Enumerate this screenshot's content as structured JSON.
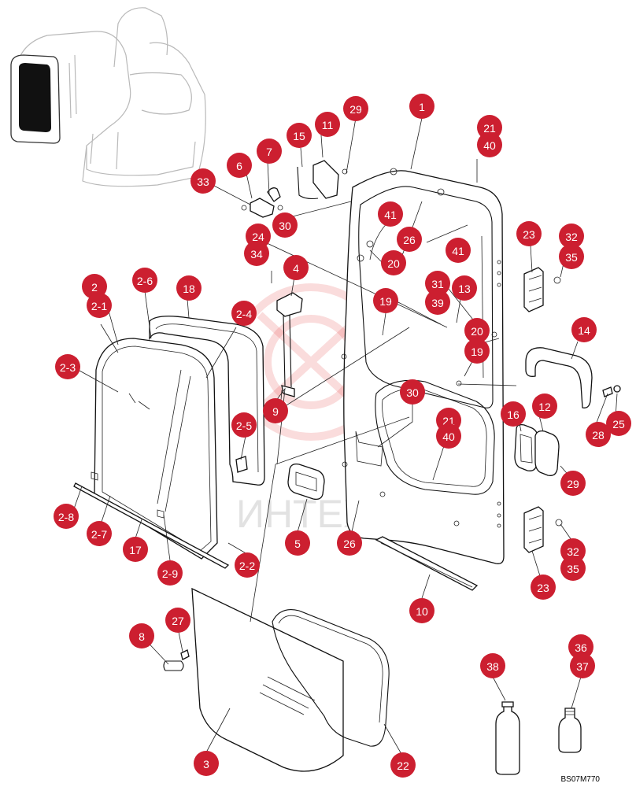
{
  "diagram": {
    "drawing_code": "BS07M770",
    "watermark_text": "ИНТЕХ",
    "theme": {
      "callout_color": "#cc1f30",
      "callout_text_color": "#ffffff",
      "line_color": "#111111"
    },
    "callouts": [
      {
        "id": "c1",
        "label": "1"
      },
      {
        "id": "c21",
        "label": "21"
      },
      {
        "id": "c40a",
        "label": "40"
      },
      {
        "id": "c29a",
        "label": "29"
      },
      {
        "id": "c11",
        "label": "11"
      },
      {
        "id": "c15",
        "label": "15"
      },
      {
        "id": "c7",
        "label": "7"
      },
      {
        "id": "c6",
        "label": "6"
      },
      {
        "id": "c33",
        "label": "33"
      },
      {
        "id": "c30a",
        "label": "30"
      },
      {
        "id": "c24",
        "label": "24"
      },
      {
        "id": "c34",
        "label": "34"
      },
      {
        "id": "c41a",
        "label": "41"
      },
      {
        "id": "c26a",
        "label": "26"
      },
      {
        "id": "c41b",
        "label": "41"
      },
      {
        "id": "c20a",
        "label": "20"
      },
      {
        "id": "c23a",
        "label": "23"
      },
      {
        "id": "c32a",
        "label": "32"
      },
      {
        "id": "c35a",
        "label": "35"
      },
      {
        "id": "c4",
        "label": "4"
      },
      {
        "id": "c31",
        "label": "31"
      },
      {
        "id": "c39",
        "label": "39"
      },
      {
        "id": "c13",
        "label": "13"
      },
      {
        "id": "c19a",
        "label": "19"
      },
      {
        "id": "c20b",
        "label": "20"
      },
      {
        "id": "c19b",
        "label": "19"
      },
      {
        "id": "c14",
        "label": "14"
      },
      {
        "id": "c2",
        "label": "2"
      },
      {
        "id": "c2_1",
        "label": "2-1"
      },
      {
        "id": "c2_6",
        "label": "2-6"
      },
      {
        "id": "c18",
        "label": "18"
      },
      {
        "id": "c2_4",
        "label": "2-4"
      },
      {
        "id": "c2_3",
        "label": "2-3"
      },
      {
        "id": "c9",
        "label": "9"
      },
      {
        "id": "c30b",
        "label": "30"
      },
      {
        "id": "c21b",
        "label": "21"
      },
      {
        "id": "c40b",
        "label": "40"
      },
      {
        "id": "c16",
        "label": "16"
      },
      {
        "id": "c12",
        "label": "12"
      },
      {
        "id": "c28",
        "label": "28"
      },
      {
        "id": "c25",
        "label": "25"
      },
      {
        "id": "c2_5",
        "label": "2-5"
      },
      {
        "id": "c29b",
        "label": "29"
      },
      {
        "id": "c2_8",
        "label": "2-8"
      },
      {
        "id": "c2_7",
        "label": "2-7"
      },
      {
        "id": "c17",
        "label": "17"
      },
      {
        "id": "c5",
        "label": "5"
      },
      {
        "id": "c26b",
        "label": "26"
      },
      {
        "id": "c2_2",
        "label": "2-2"
      },
      {
        "id": "c32b",
        "label": "32"
      },
      {
        "id": "c35b",
        "label": "35"
      },
      {
        "id": "c2_9",
        "label": "2-9"
      },
      {
        "id": "c23b",
        "label": "23"
      },
      {
        "id": "c10",
        "label": "10"
      },
      {
        "id": "c8",
        "label": "8"
      },
      {
        "id": "c27",
        "label": "27"
      },
      {
        "id": "c36",
        "label": "36"
      },
      {
        "id": "c38",
        "label": "38"
      },
      {
        "id": "c37",
        "label": "37"
      },
      {
        "id": "c3",
        "label": "3"
      },
      {
        "id": "c22",
        "label": "22"
      }
    ]
  }
}
